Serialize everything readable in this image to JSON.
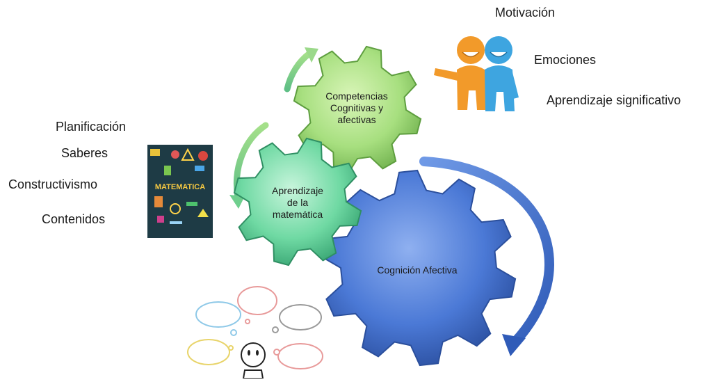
{
  "gears": {
    "competencias": {
      "lines": [
        "Competencias",
        "Cognitivas y",
        "afectivas"
      ],
      "color": "#a7df7f"
    },
    "aprendizaje": {
      "lines": [
        "Aprendizaje",
        "de la",
        "matemática"
      ],
      "color": "#6fd9a3"
    },
    "cognicion": {
      "lines": [
        "Cognición Afectiva"
      ],
      "color": "#4b79d6"
    }
  },
  "left_terms": [
    "Planificación",
    "Saberes",
    "Constructivismo",
    "Contenidos"
  ],
  "right_terms": [
    "Motivación",
    "Emociones",
    "Aprendizaje significativo"
  ],
  "book": {
    "title": "MATEMATICA",
    "bg": "#1e3b45"
  },
  "colors": {
    "arrow_green": "#7fcf8a",
    "arrow_blue": "#4d7fd9"
  },
  "icons": [
    "two-people-icon",
    "thinking-person-icon",
    "thought-cloud-icon"
  ]
}
